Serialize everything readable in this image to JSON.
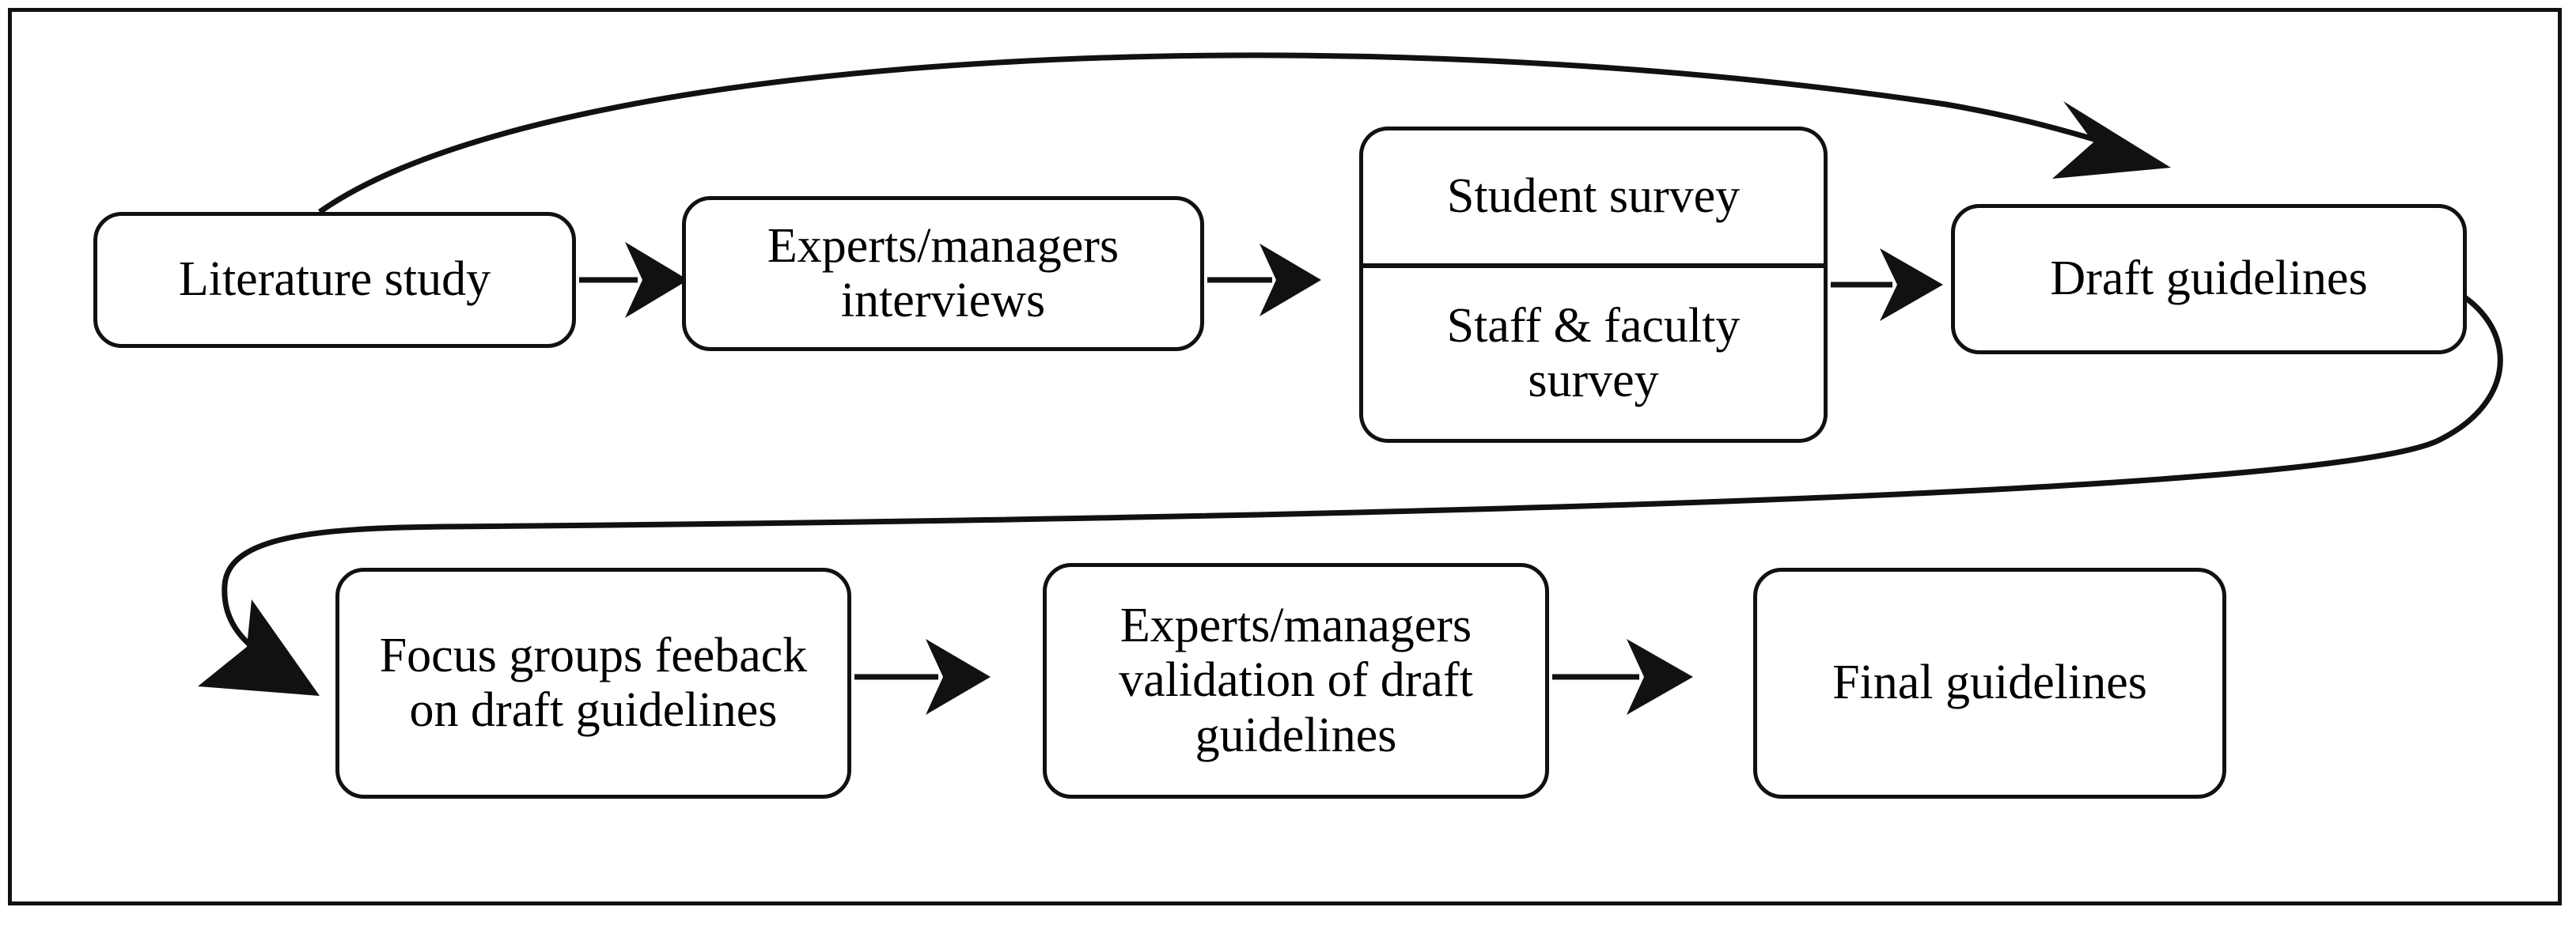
{
  "diagram": {
    "title_text": "",
    "frame": {
      "border_color": "#111111"
    },
    "nodes": [
      {
        "id": "literature",
        "label": "Literature study"
      },
      {
        "id": "experts",
        "label": "Experts/managers interviews"
      },
      {
        "id": "studentsurv",
        "label": "Student survey"
      },
      {
        "id": "staffsurv",
        "label": "Staff & faculty survey"
      },
      {
        "id": "draft",
        "label": "Draft guidelines"
      },
      {
        "id": "focus",
        "label": "Focus groups feeback on draft guidelines"
      },
      {
        "id": "validation",
        "label": "Experts/managers validation of draft guidelines"
      },
      {
        "id": "final",
        "label": "Final guidelines"
      }
    ],
    "edges": [
      {
        "from": "literature",
        "to": "experts",
        "style": "straight-arrow"
      },
      {
        "from": "experts",
        "to": "studentsurv",
        "style": "straight-arrow"
      },
      {
        "from": "surveys",
        "to": "draft",
        "style": "straight-arrow"
      },
      {
        "from": "literature",
        "to": "draft",
        "style": "curved-arrow-over-top"
      },
      {
        "from": "draft",
        "to": "focus",
        "style": "curved-arrow-feedback-loop"
      },
      {
        "from": "focus",
        "to": "validation",
        "style": "straight-arrow"
      },
      {
        "from": "validation",
        "to": "final",
        "style": "straight-arrow"
      }
    ]
  },
  "chart_data": {
    "type": "diagram",
    "title": "",
    "nodes": [
      "Literature study",
      "Experts/managers interviews",
      "Student survey",
      "Staff & faculty survey",
      "Draft guidelines",
      "Focus groups feeback on draft guidelines",
      "Experts/managers validation of draft guidelines",
      "Final guidelines"
    ],
    "edges": [
      [
        "Literature study",
        "Experts/managers interviews"
      ],
      [
        "Experts/managers interviews",
        "Student survey"
      ],
      [
        "Experts/managers interviews",
        "Staff & faculty survey"
      ],
      [
        "Student survey",
        "Draft guidelines"
      ],
      [
        "Staff & faculty survey",
        "Draft guidelines"
      ],
      [
        "Literature study",
        "Draft guidelines"
      ],
      [
        "Draft guidelines",
        "Focus groups feeback on draft guidelines"
      ],
      [
        "Focus groups feeback on draft guidelines",
        "Experts/managers validation of draft guidelines"
      ],
      [
        "Experts/managers validation of draft guidelines",
        "Final guidelines"
      ]
    ]
  }
}
